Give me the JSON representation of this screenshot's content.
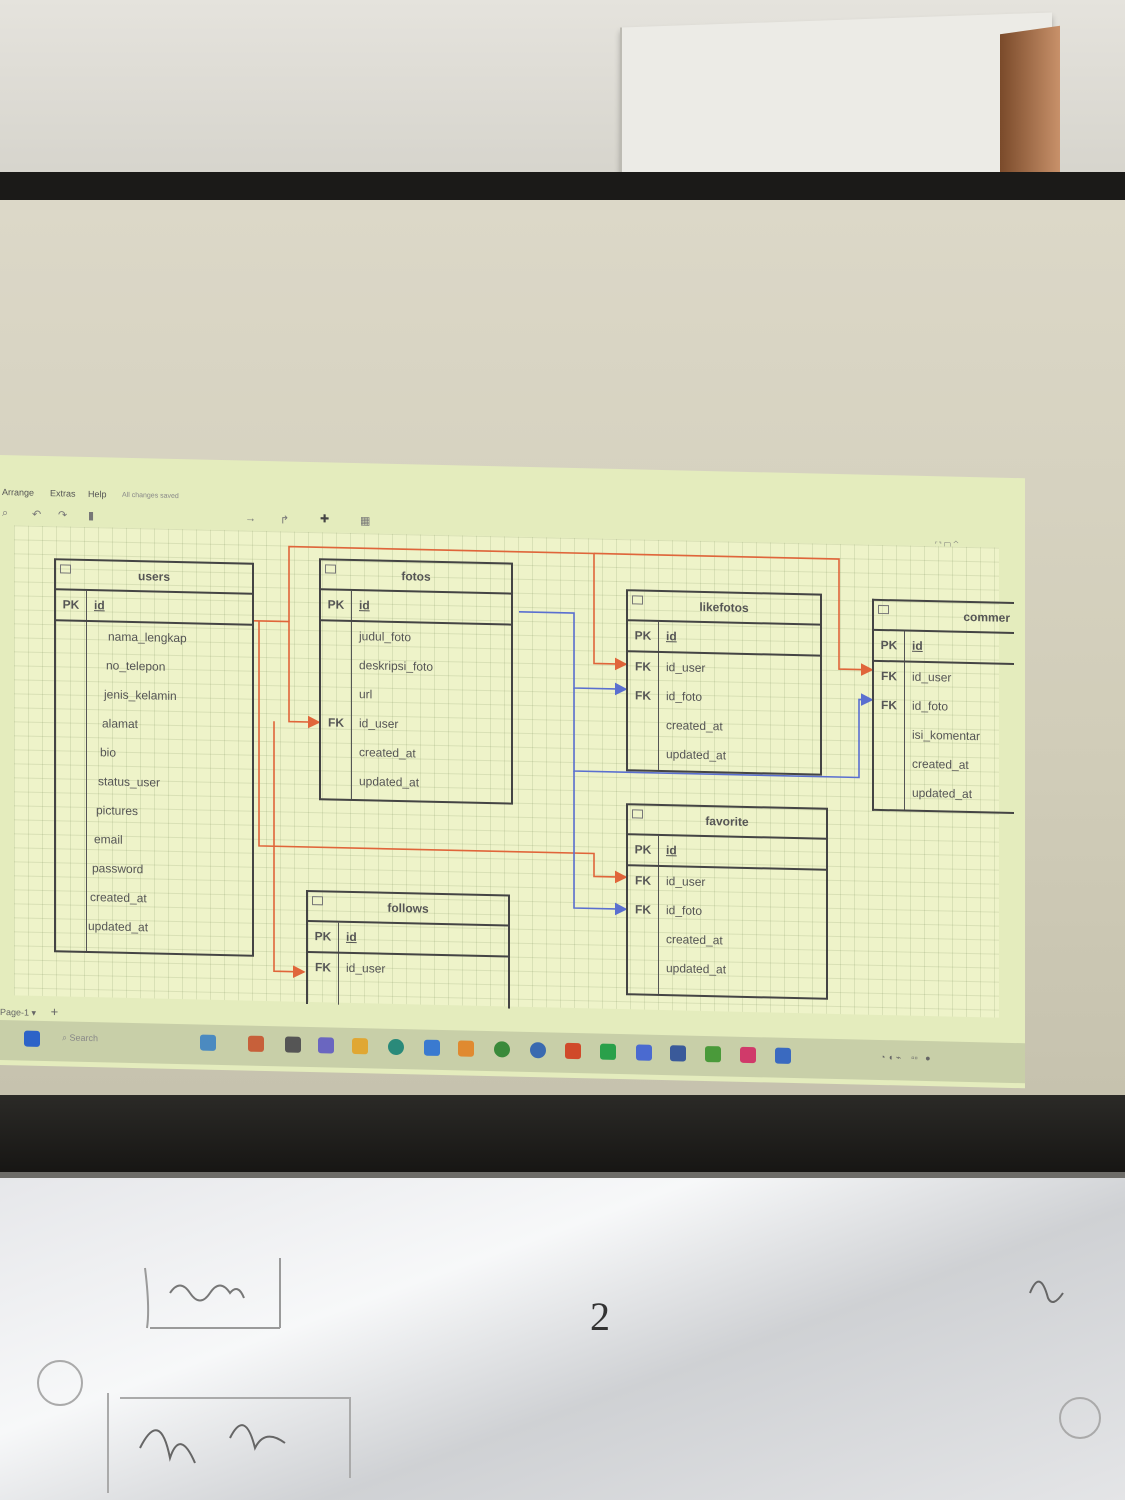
{
  "menu": {
    "items": [
      "Arrange",
      "Extras",
      "Help"
    ],
    "status": "All changes saved"
  },
  "page_tab": "Page-1",
  "tables": {
    "users": {
      "title": "users",
      "pk": {
        "key": "PK",
        "field": "id"
      },
      "fields": [
        "nama_lengkap",
        "no_telepon",
        "jenis_kelamin",
        "alamat",
        "bio",
        "status_user",
        "pictures",
        "email",
        "password",
        "created_at",
        "updated_at"
      ]
    },
    "fotos": {
      "title": "fotos",
      "pk": {
        "key": "PK",
        "field": "id"
      },
      "rows": [
        {
          "key": "",
          "field": "judul_foto"
        },
        {
          "key": "",
          "field": "deskripsi_foto"
        },
        {
          "key": "",
          "field": "url"
        },
        {
          "key": "FK",
          "field": "id_user"
        },
        {
          "key": "",
          "field": "created_at"
        },
        {
          "key": "",
          "field": "updated_at"
        }
      ]
    },
    "likefotos": {
      "title": "likefotos",
      "pk": {
        "key": "PK",
        "field": "id"
      },
      "rows": [
        {
          "key": "FK",
          "field": "id_user"
        },
        {
          "key": "FK",
          "field": "id_foto"
        },
        {
          "key": "",
          "field": "created_at"
        },
        {
          "key": "",
          "field": "updated_at"
        }
      ]
    },
    "comments": {
      "title": "commer",
      "pk": {
        "key": "PK",
        "field": "id"
      },
      "rows": [
        {
          "key": "FK",
          "field": "id_user"
        },
        {
          "key": "FK",
          "field": "id_foto"
        },
        {
          "key": "",
          "field": "isi_komentar"
        },
        {
          "key": "",
          "field": "created_at"
        },
        {
          "key": "",
          "field": "updated_at"
        }
      ]
    },
    "favorite": {
      "title": "favorite",
      "pk": {
        "key": "PK",
        "field": "id"
      },
      "rows": [
        {
          "key": "FK",
          "field": "id_user"
        },
        {
          "key": "FK",
          "field": "id_foto"
        },
        {
          "key": "",
          "field": "created_at"
        },
        {
          "key": "",
          "field": "updated_at"
        }
      ]
    },
    "follows": {
      "title": "follows",
      "pk": {
        "key": "PK",
        "field": "id"
      },
      "rows": [
        {
          "key": "FK",
          "field": "id_user"
        }
      ]
    }
  },
  "taskbar": {
    "search_placeholder": "Search"
  },
  "colors": {
    "relation_user": "#e0653a",
    "relation_foto": "#5a6fd0",
    "projection_bg": "#e4ecbd"
  },
  "whiteboard": {
    "number": "2"
  }
}
